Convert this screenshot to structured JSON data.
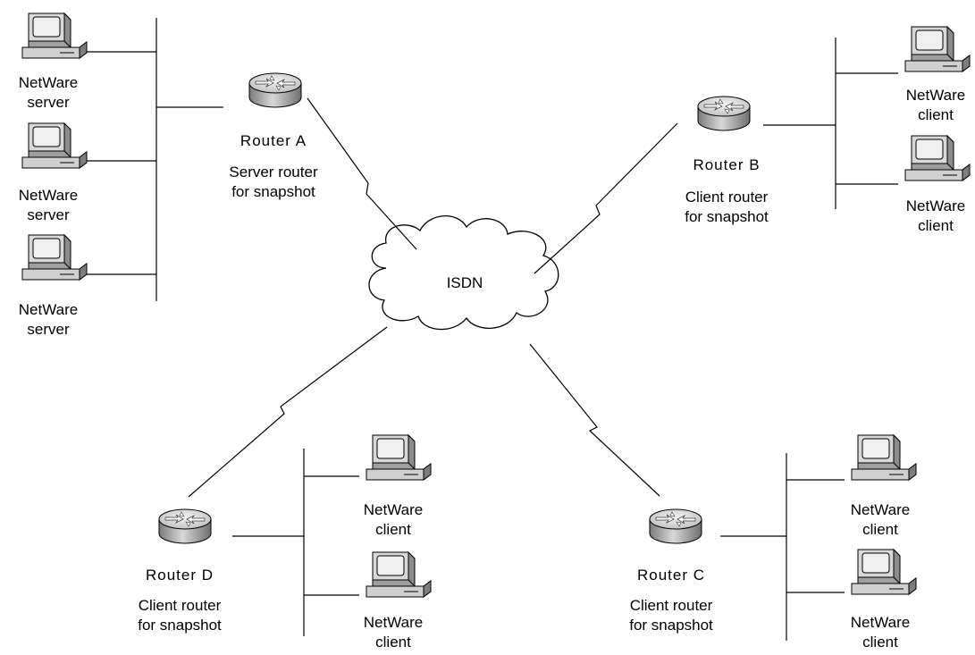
{
  "cloud": {
    "label": "ISDN"
  },
  "routers": {
    "a": {
      "name": "Router A",
      "role_line1": "Server router",
      "role_line2": "for snapshot"
    },
    "b": {
      "name": "Router B",
      "role_line1": "Client router",
      "role_line2": "for snapshot"
    },
    "c": {
      "name": "Router C",
      "role_line1": "Client router",
      "role_line2": "for snapshot"
    },
    "d": {
      "name": "Router D",
      "role_line1": "Client router",
      "role_line2": "for snapshot"
    }
  },
  "hosts": {
    "server_line1": "NetWare",
    "server_line2": "server",
    "client_line1": "NetWare",
    "client_line2": "client"
  },
  "colors": {
    "line": "#000000",
    "router_top": "#e6e6e6",
    "router_side": "#9a9a9a",
    "screen": "#dcdcdc",
    "body": "#c8c8c8"
  }
}
